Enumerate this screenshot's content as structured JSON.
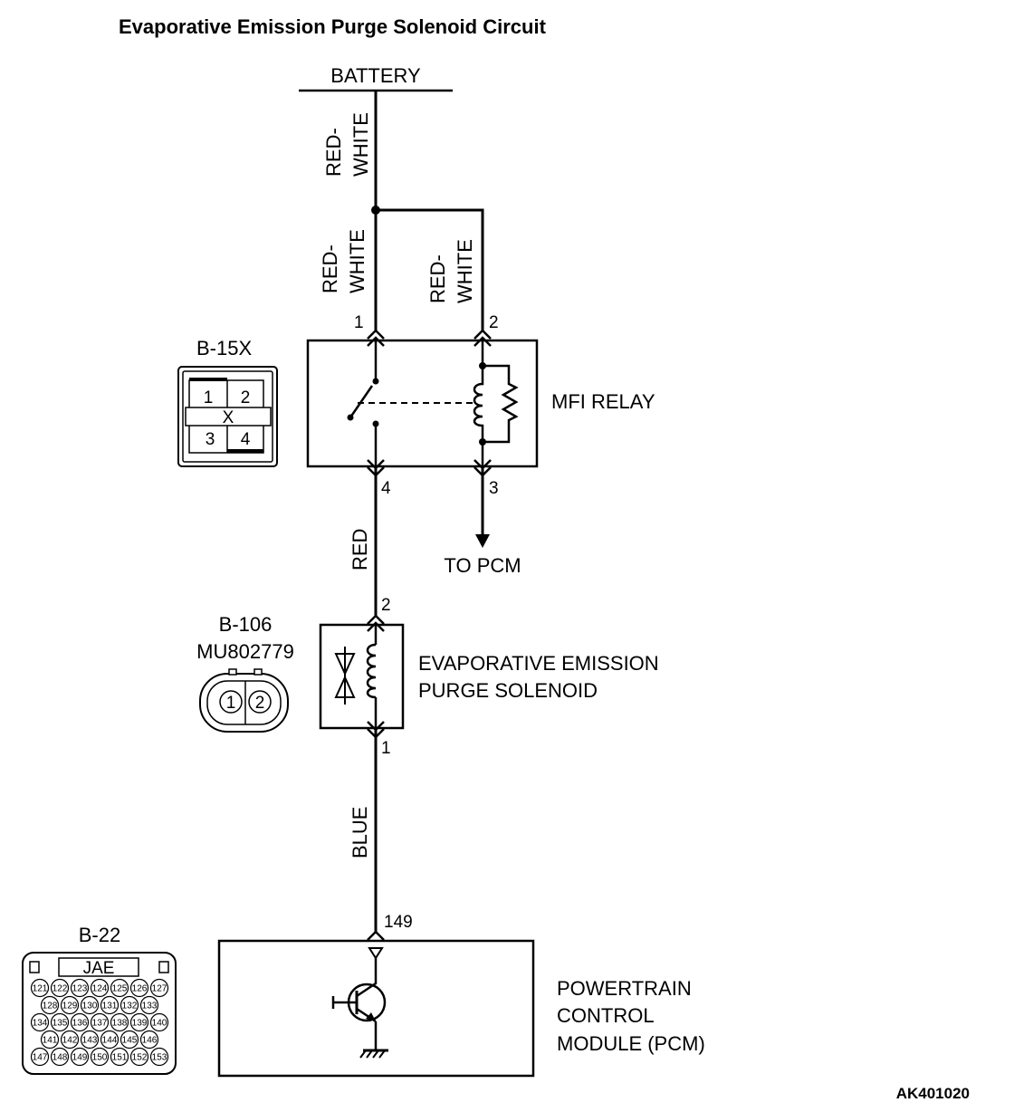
{
  "title": "Evaporative Emission Purge Solenoid Circuit",
  "battery_label": "BATTERY",
  "wires": {
    "battery_to_splice": [
      "RED-",
      "WHITE"
    ],
    "splice_to_relay_pin1": [
      "RED-",
      "WHITE"
    ],
    "splice_to_relay_pin2": [
      "RED-",
      "WHITE"
    ],
    "relay_to_solenoid": "RED",
    "solenoid_to_pcm": "BLUE"
  },
  "relay": {
    "connector": "B-15X",
    "name": "MFI RELAY",
    "pins": {
      "p1": "1",
      "p2": "2",
      "p3": "3",
      "p4": "4"
    },
    "connector_cells": {
      "c1": "1",
      "c2": "2",
      "c3": "3",
      "c4": "4",
      "x": "X"
    },
    "to_pcm": "TO PCM"
  },
  "solenoid": {
    "connector": "B-106",
    "part_number": "MU802779",
    "name_line1": "EVAPORATIVE EMISSION",
    "name_line2": "PURGE SOLENOID",
    "pins": {
      "p2": "2",
      "p1": "1"
    },
    "connector_cells": {
      "c1": "1",
      "c2": "2"
    }
  },
  "pcm": {
    "connector": "B-22",
    "connector_brand": "JAE",
    "pin": "149",
    "name_line1": "POWERTRAIN",
    "name_line2": "CONTROL",
    "name_line3": "MODULE (PCM)",
    "connector_pins": [
      [
        "121",
        "122",
        "123",
        "124",
        "125",
        "126",
        "127"
      ],
      [
        "128",
        "129",
        "130",
        "131",
        "132",
        "133"
      ],
      [
        "134",
        "135",
        "136",
        "137",
        "138",
        "139",
        "140"
      ],
      [
        "141",
        "142",
        "143",
        "144",
        "145",
        "146"
      ],
      [
        "147",
        "148",
        "149",
        "150",
        "151",
        "152",
        "153"
      ]
    ]
  },
  "figure_code": "AK401020"
}
